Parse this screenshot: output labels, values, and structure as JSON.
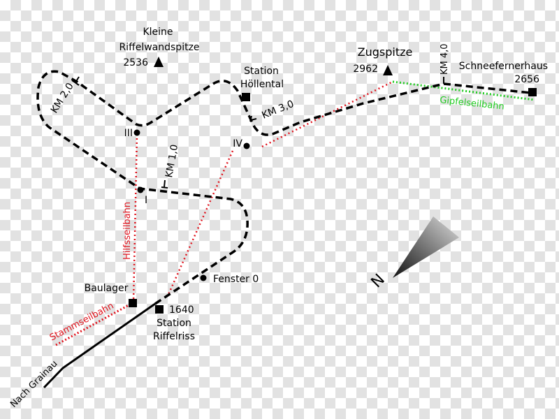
{
  "peaks": {
    "kleine_line1": "Kleine",
    "kleine_line2": "Riffelwandspitze",
    "kleine_alt": "2536",
    "zugspitze": "Zugspitze",
    "zugspitze_alt": "2962"
  },
  "stations": {
    "hoellental_line1": "Station",
    "hoellental_line2": "Höllental",
    "schneefernerhaus": "Schneefernerhaus",
    "schneefernerhaus_alt": "2656",
    "riffelriss_alt": "1640",
    "riffelriss_line1": "Station",
    "riffelriss_line2": "Riffelriss",
    "baulager": "Baulager",
    "fenster0": "Fenster 0"
  },
  "windows": {
    "i": "I",
    "iii": "III",
    "iv": "IV"
  },
  "km": {
    "km1": "KM 1,0",
    "km2": "KM 2,0",
    "km3": "KM 3,0",
    "km4": "KM 4,0"
  },
  "cableways": {
    "hilfsseilbahn": "Hilfsseilbahn",
    "stammseilbahn": "Stammseilbahn",
    "gipfelseilbahn": "Gipfelseilbahn"
  },
  "nach_grainau": "Nach Grainau",
  "compass": "N",
  "colors": {
    "cable_red": "#e0141e",
    "cable_green": "#22cc22",
    "track": "#000000"
  }
}
